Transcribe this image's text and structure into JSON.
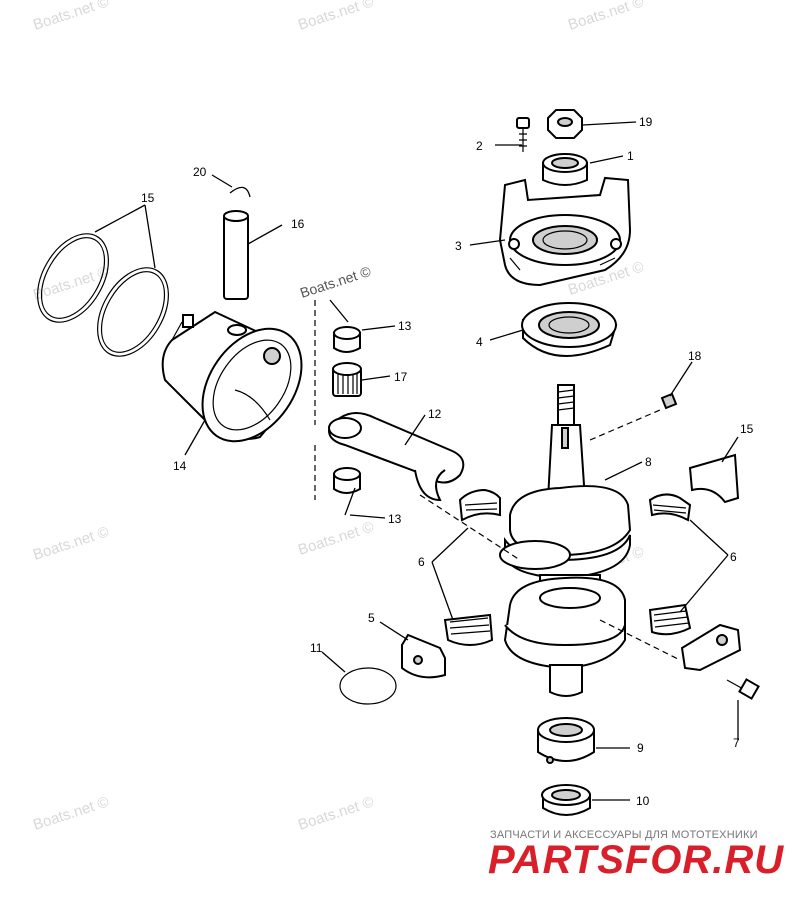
{
  "watermark_text": "Boats.net ©",
  "callouts": {
    "c1": "1",
    "c2": "2",
    "c3": "3",
    "c4": "4",
    "c5": "5",
    "c6a": "6",
    "c6b": "6",
    "c7": "7",
    "c8": "8",
    "c9": "9",
    "c10": "10",
    "c11": "11",
    "c12": "12",
    "c13a": "13",
    "c13b": "13",
    "c14": "14",
    "c15a": "15",
    "c15b": "15",
    "c16": "16",
    "c17": "17",
    "c18": "18",
    "c19": "19",
    "c20": "20"
  },
  "brand": {
    "tagline": "ЗАПЧАСТИ И АКСЕССУАРЫ ДЛЯ МОТОТЕХНИКИ",
    "logo": "PARTSFOR.RU",
    "logo_color": "#d9202a"
  }
}
